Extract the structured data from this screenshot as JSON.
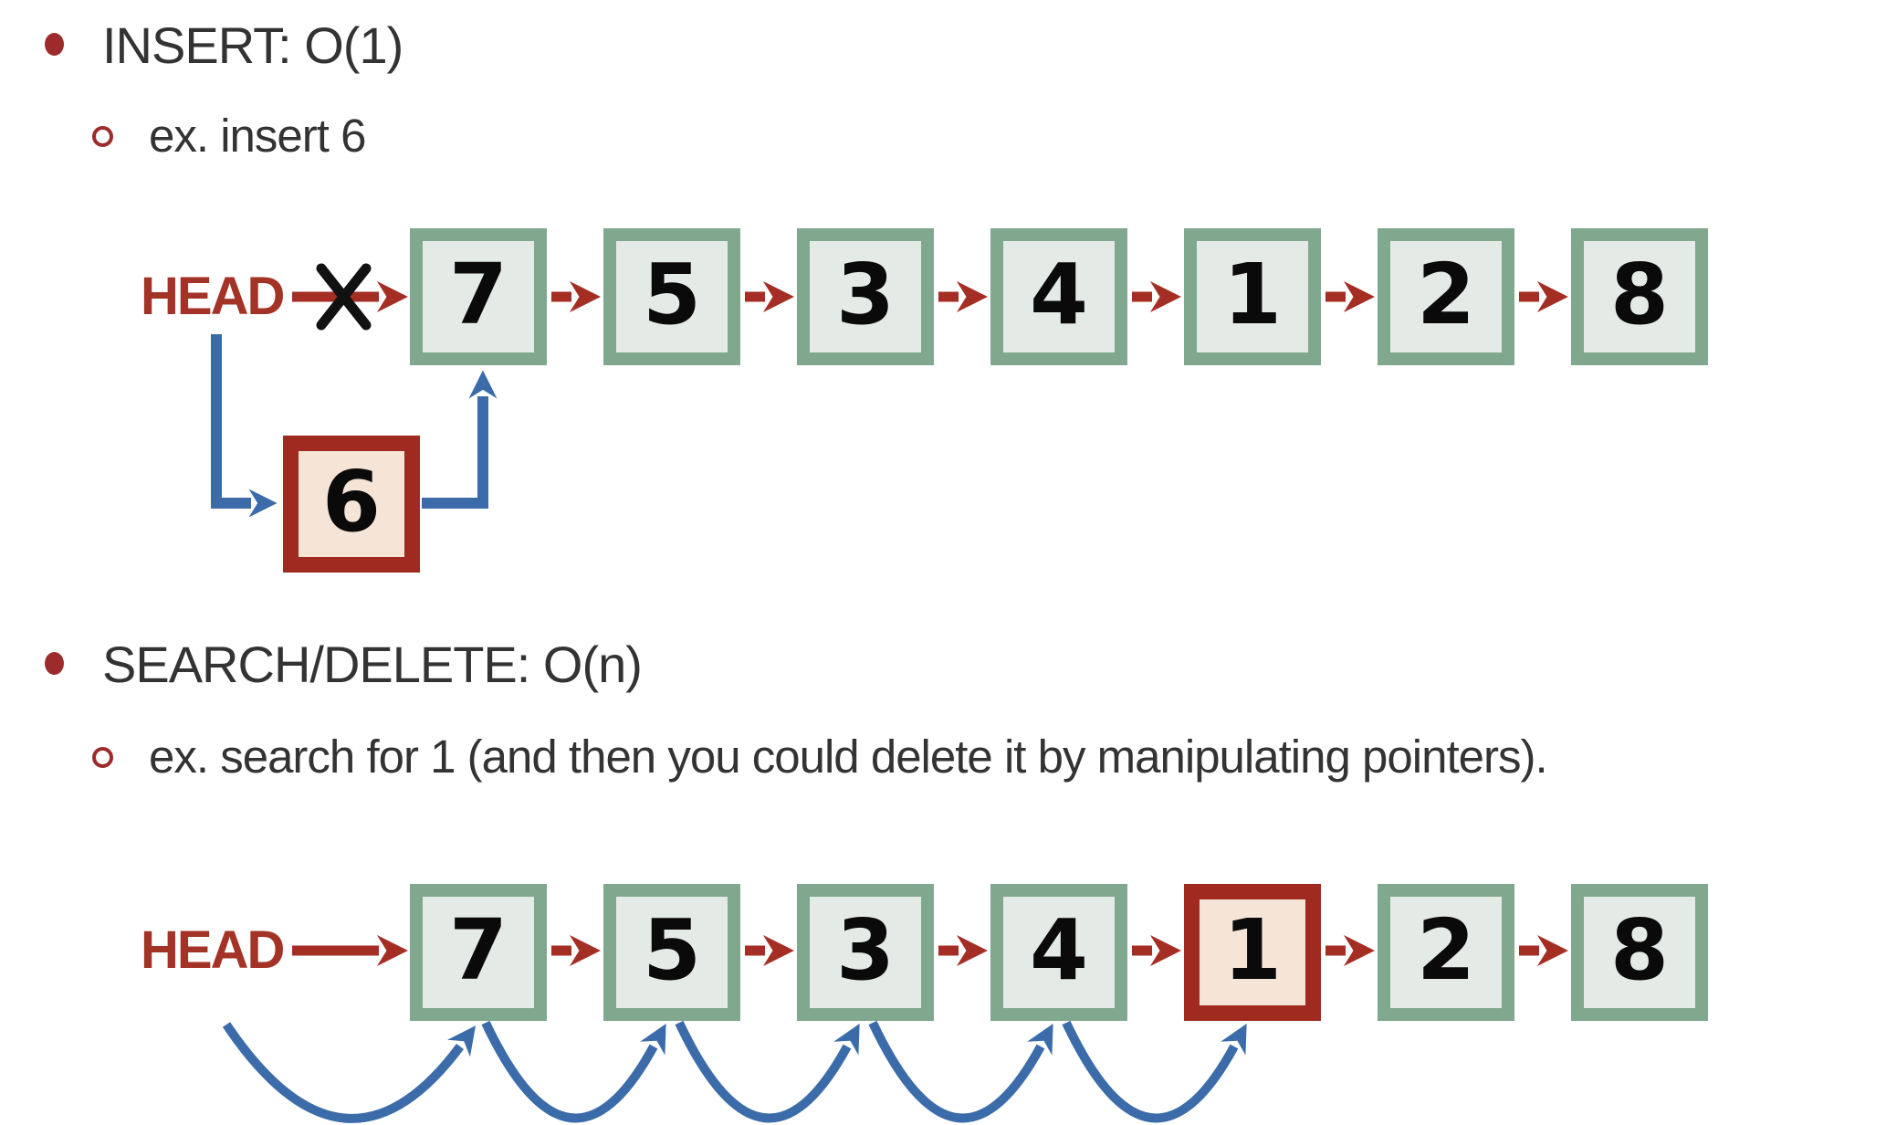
{
  "bullets": {
    "insert": {
      "label": "INSERT: O(1)",
      "example": "ex. insert 6"
    },
    "search": {
      "label": "SEARCH/DELETE: O(n)",
      "example": "ex. search for 1 (and then you could delete it by manipulating pointers)."
    }
  },
  "insert_diagram": {
    "head_label": "HEAD",
    "nodes": [
      "7",
      "5",
      "3",
      "4",
      "1",
      "2",
      "8"
    ],
    "new_node": "6",
    "old_head_pointer_crossed_out": true
  },
  "search_diagram": {
    "head_label": "HEAD",
    "nodes": [
      "7",
      "5",
      "3",
      "4",
      "1",
      "2",
      "8"
    ],
    "highlighted_value": "1",
    "highlight_index": 4,
    "traversal_hops": 5
  },
  "colors": {
    "pointer_red": "#A52E24",
    "head_text_red": "#A33327",
    "bullet_red": "#9E2B2B",
    "node_border_green": "#7FA88F",
    "node_fill_green": "#E4EBE6",
    "highlight_border_red": "#A02A20",
    "highlight_fill_peach": "#F6E4D6",
    "link_blue": "#3B6CA9",
    "x_mark_black": "#111111",
    "body_text": "#333333"
  }
}
